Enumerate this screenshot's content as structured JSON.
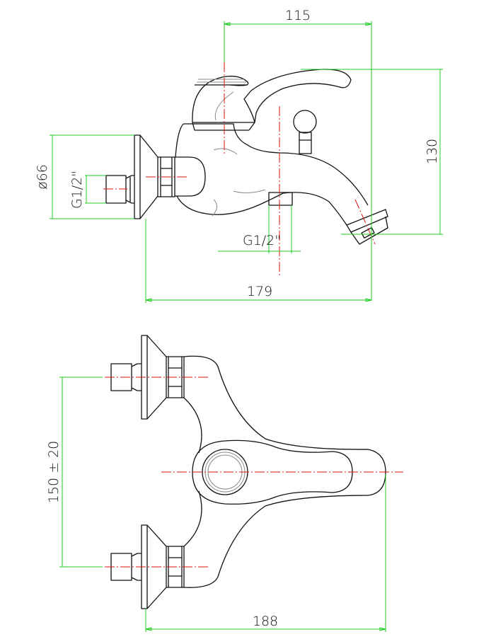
{
  "side_view": {
    "dim_width_handle": "115",
    "dim_height": "130",
    "dim_flange_diameter": "ø66",
    "dim_inlet_thread": "G1/2\"",
    "dim_outlet_thread": "G1/2\"",
    "dim_total_depth": "179"
  },
  "top_view": {
    "dim_center_distance": "150 ± 20",
    "dim_total_depth": "188"
  },
  "colors": {
    "outline": "#111111",
    "dimension": "#22cc22",
    "centerline": "#e01010"
  }
}
